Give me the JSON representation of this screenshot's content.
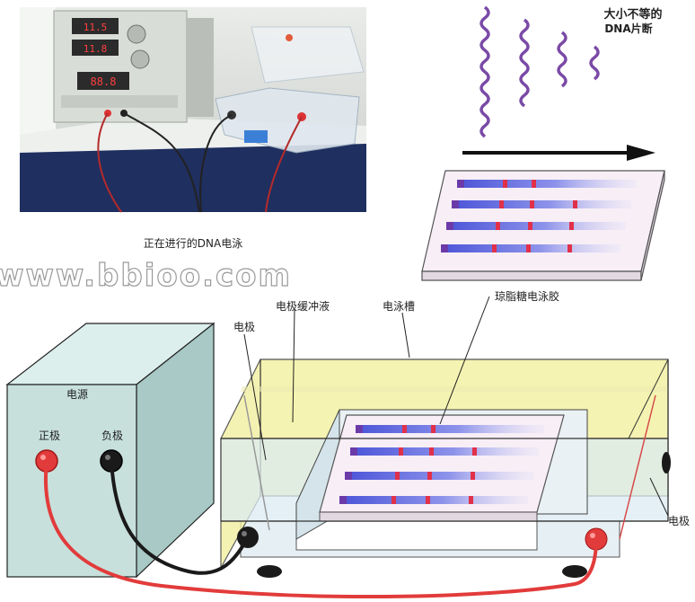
{
  "labels": {
    "fragments": [
      "大小不等的",
      "DNA片断"
    ],
    "photo_caption": "正在进行的DNA电泳",
    "watermark": "www.bbioo.com",
    "gel": "琼脂糖电泳胶",
    "buffer": "电极缓冲液",
    "tank": "电泳槽",
    "electrode_left": "电极",
    "electrode_right": "电极",
    "power": "电源",
    "positive": "正极",
    "negative": "负极"
  },
  "device_display": [
    "11.5",
    "11.8",
    "88.8"
  ],
  "colors": {
    "power_box_front": "#c7e0dc",
    "power_box_side": "#a8c9c5",
    "power_box_top": "#dcefec",
    "buffer_yellow": "#f4f2a4",
    "tank_outline": "#333333",
    "band_blue": "#6d74e0",
    "band_red": "#e0304a",
    "dna_purple": "#7a4aa6",
    "positive_wire": "#e23b3b",
    "negative_wire": "#1a1a1a"
  }
}
